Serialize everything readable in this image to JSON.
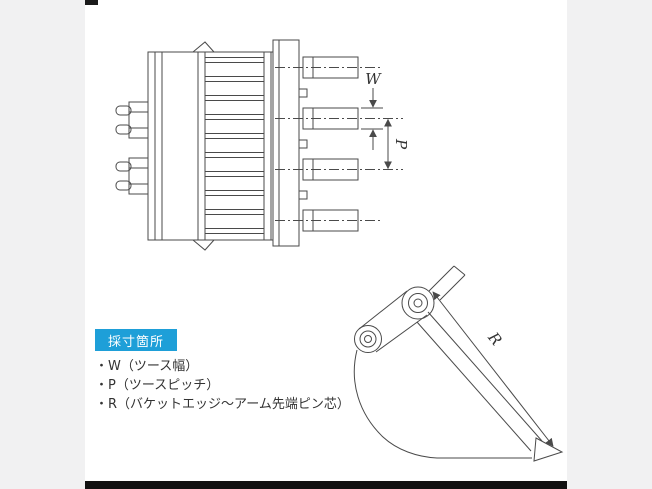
{
  "colors": {
    "page_background": "#f1f1f2",
    "card_background": "#ffffff",
    "footer_bar": "#111111",
    "line": "#4a4a4a",
    "badge_background": "#1e9fd8",
    "badge_text": "#ffffff",
    "legend_text": "#333333"
  },
  "diagram": {
    "front_view": {
      "w_label": "W",
      "p_label": "P"
    },
    "side_view": {
      "r_label": "R"
    }
  },
  "legend": {
    "badge": "採寸箇所",
    "items": [
      "・W（ツース幅）",
      "・P（ツースピッチ）",
      "・R（バケットエッジ～アーム先端ピン芯）"
    ]
  }
}
